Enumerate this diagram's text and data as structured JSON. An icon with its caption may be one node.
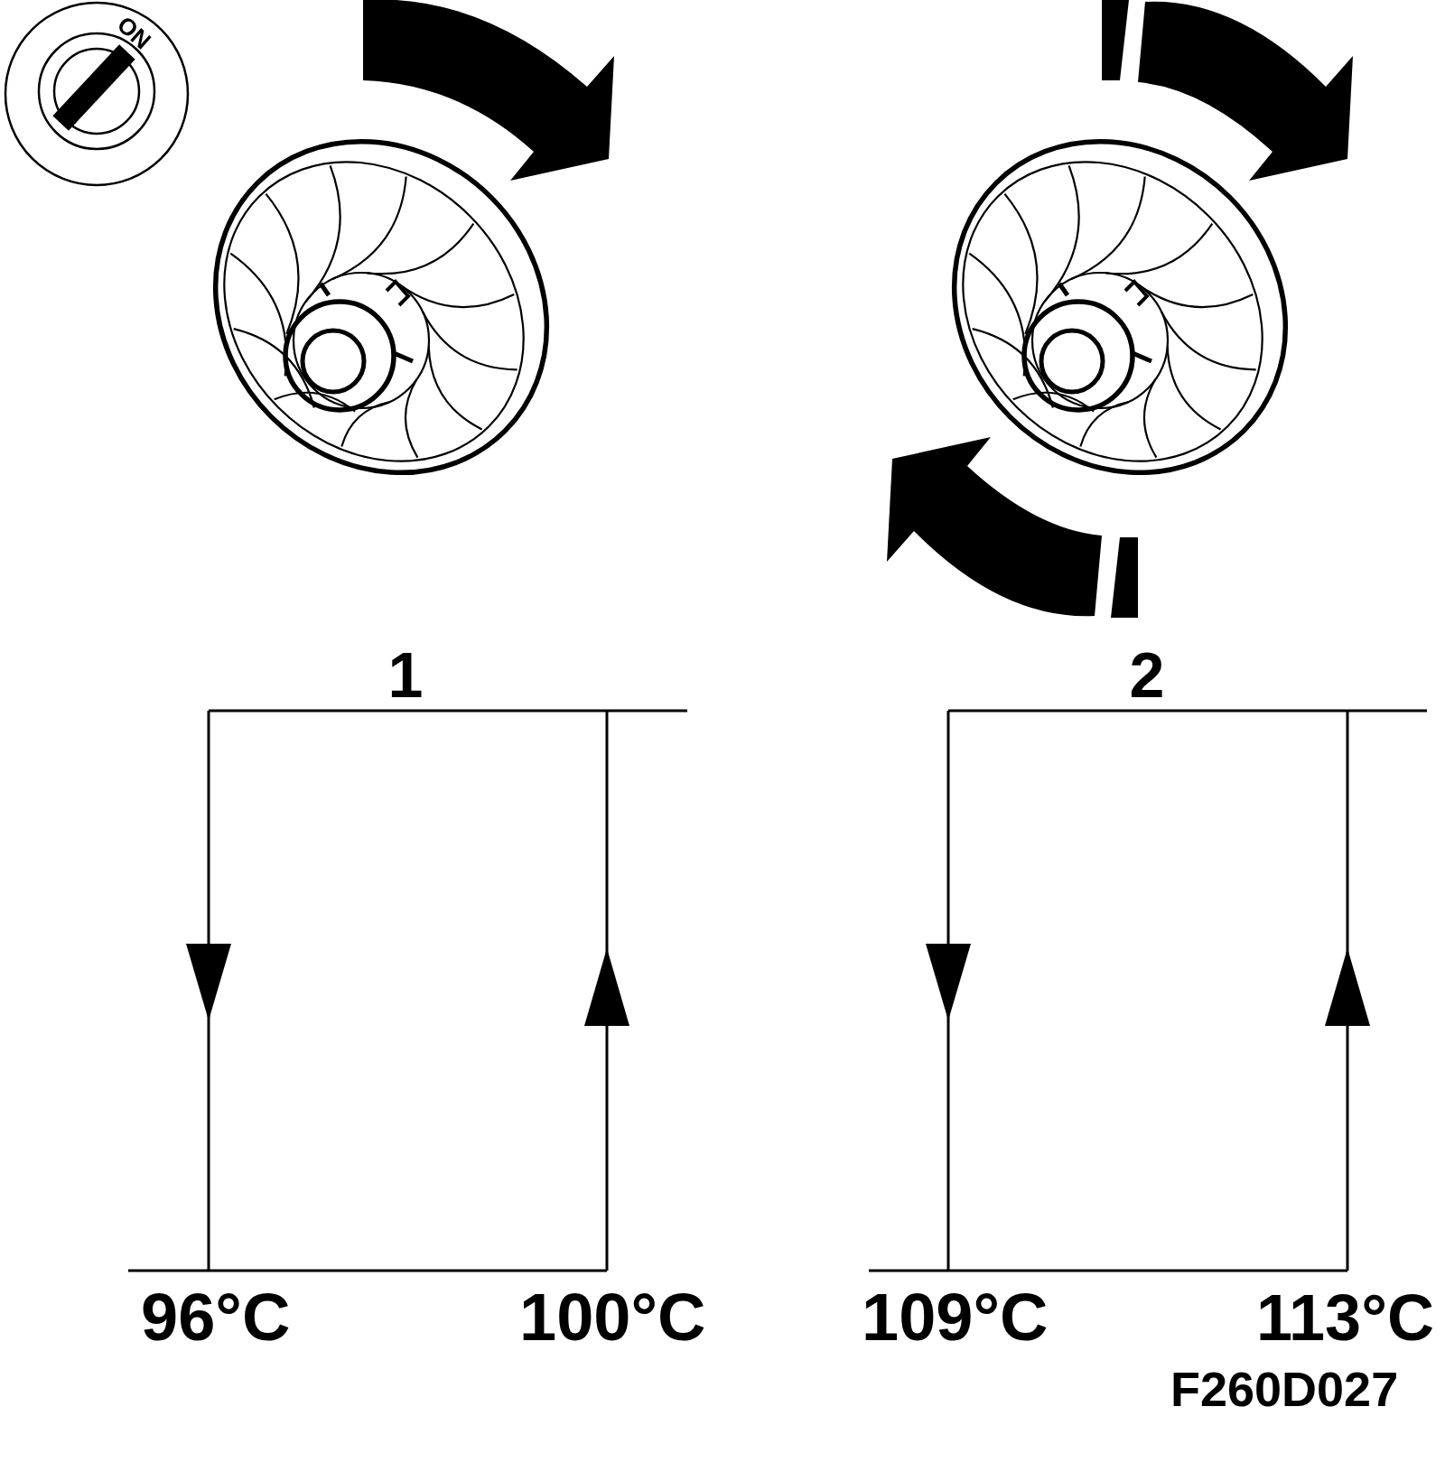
{
  "diagram": {
    "labels": [
      "ON",
      "1",
      "2",
      "96°C",
      "100°C",
      "109°C",
      "113°C",
      "F260D027"
    ]
  }
}
